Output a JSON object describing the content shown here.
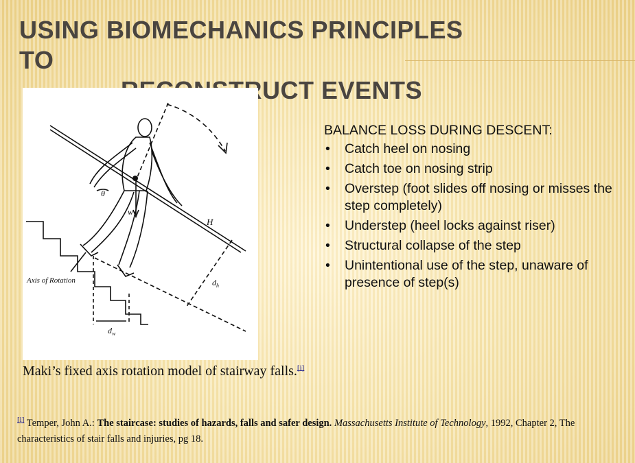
{
  "slide": {
    "title_line1": "USING BIOMECHANICS PRINCIPLES TO",
    "title_line2": "RECONSTRUCT EVENTS"
  },
  "figure": {
    "label_axis": "Axis of Rotation",
    "label_theta": "θ",
    "label_w": "w",
    "label_H": "H",
    "label_dh": "d",
    "label_dh_sub": "h",
    "label_dw": "d",
    "label_dw_sub": "w"
  },
  "content": {
    "heading": "BALANCE  LOSS DURING DESCENT:",
    "bullet_char": "•",
    "bullets": [
      "Catch heel on nosing",
      "Catch toe on nosing strip",
      "Overstep (foot slides off nosing or misses the step completely)",
      "Understep (heel locks against riser)",
      "Structural collapse of the step",
      "Unintentional use of the step, unaware of presence of step(s)"
    ]
  },
  "caption": {
    "text": "Maki’s fixed axis rotation model of stairway falls.",
    "ref": "[i]"
  },
  "footnote": {
    "ref": "[i]",
    "author": " Temper, John A.: ",
    "book_title": "The staircase: studies of hazards, falls and safer design.",
    "institution": "Massachusetts Institute of Technology",
    "rest": ", 1992,  Chapter 2,  The characteristics  of stair falls  and injuries,  pg 18."
  }
}
